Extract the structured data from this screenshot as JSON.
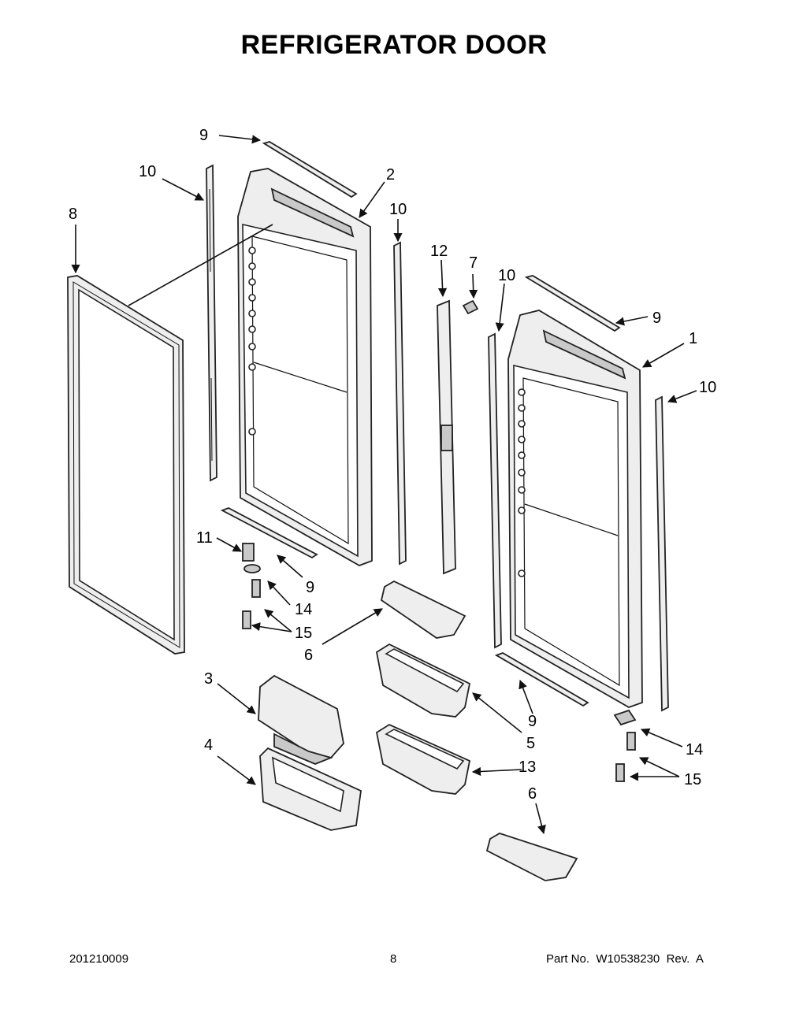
{
  "title": "REFRIGERATOR DOOR",
  "callouts": [
    {
      "id": "c-9a",
      "label": "9"
    },
    {
      "id": "c-10a",
      "label": "10"
    },
    {
      "id": "c-8",
      "label": "8"
    },
    {
      "id": "c-2",
      "label": "2"
    },
    {
      "id": "c-10b",
      "label": "10"
    },
    {
      "id": "c-12",
      "label": "12"
    },
    {
      "id": "c-7",
      "label": "7"
    },
    {
      "id": "c-10c",
      "label": "10"
    },
    {
      "id": "c-9b",
      "label": "9"
    },
    {
      "id": "c-1",
      "label": "1"
    },
    {
      "id": "c-10d",
      "label": "10"
    },
    {
      "id": "c-11",
      "label": "11"
    },
    {
      "id": "c-9c",
      "label": "9"
    },
    {
      "id": "c-14a",
      "label": "14"
    },
    {
      "id": "c-15a",
      "label": "15"
    },
    {
      "id": "c-6a",
      "label": "6"
    },
    {
      "id": "c-3",
      "label": "3"
    },
    {
      "id": "c-4",
      "label": "4"
    },
    {
      "id": "c-9d",
      "label": "9"
    },
    {
      "id": "c-5",
      "label": "5"
    },
    {
      "id": "c-13",
      "label": "13"
    },
    {
      "id": "c-14b",
      "label": "14"
    },
    {
      "id": "c-15b",
      "label": "15"
    },
    {
      "id": "c-6b",
      "label": "6"
    }
  ],
  "footer": {
    "left": "201210009",
    "center": "8",
    "right": "Part No.  W10538230  Rev.  A"
  }
}
